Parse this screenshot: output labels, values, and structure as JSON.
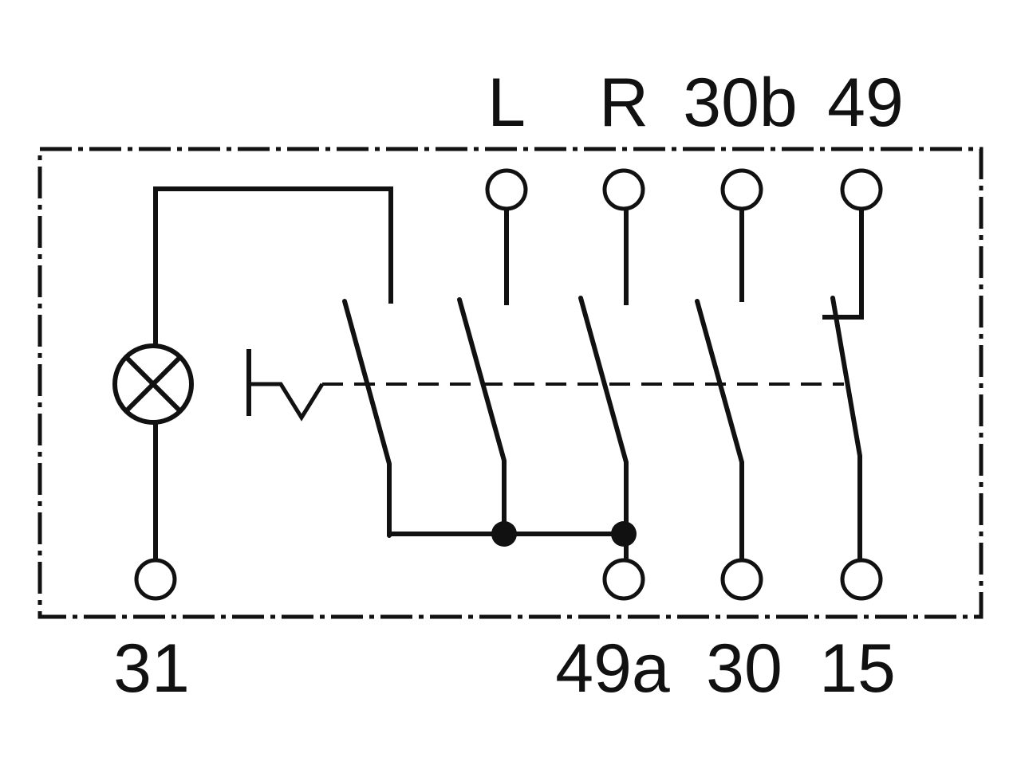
{
  "diagram": {
    "top_terminals": [
      "L",
      "R",
      "30b",
      "49"
    ],
    "bottom_terminals": [
      "31",
      "49a",
      "30",
      "15"
    ]
  },
  "colors": {
    "ink": "#111111",
    "background": "#ffffff"
  }
}
